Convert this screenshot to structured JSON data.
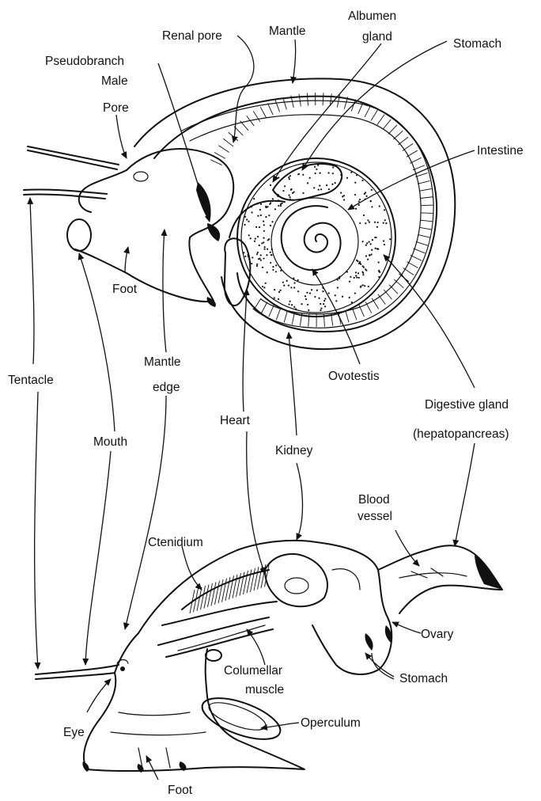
{
  "labels": {
    "renal_pore": "Renal pore",
    "mantle": "Mantle",
    "albumen_gland_1": "Albumen",
    "albumen_gland_2": "gland",
    "stomach_top": "Stomach",
    "pseudobranch": "Pseudobranch",
    "male_pore_1": "Male",
    "male_pore_2": "Pore",
    "intestine": "Intestine",
    "foot_top": "Foot",
    "tentacle": "Tentacle",
    "mantle_edge_1": "Mantle",
    "mantle_edge_2": "edge",
    "ovotestis": "Ovotestis",
    "digestive_gland_1": "Digestive gland",
    "digestive_gland_2": "(hepatopancreas)",
    "heart": "Heart",
    "mouth": "Mouth",
    "kidney": "Kidney",
    "blood_vessel_1": "Blood",
    "blood_vessel_2": "vessel",
    "ctenidium": "Ctenidium",
    "ovary": "Ovary",
    "columellar_1": "Columellar",
    "columellar_2": "muscle",
    "stomach_bottom": "Stomach",
    "operculum": "Operculum",
    "eye": "Eye",
    "foot_bottom": "Foot"
  }
}
